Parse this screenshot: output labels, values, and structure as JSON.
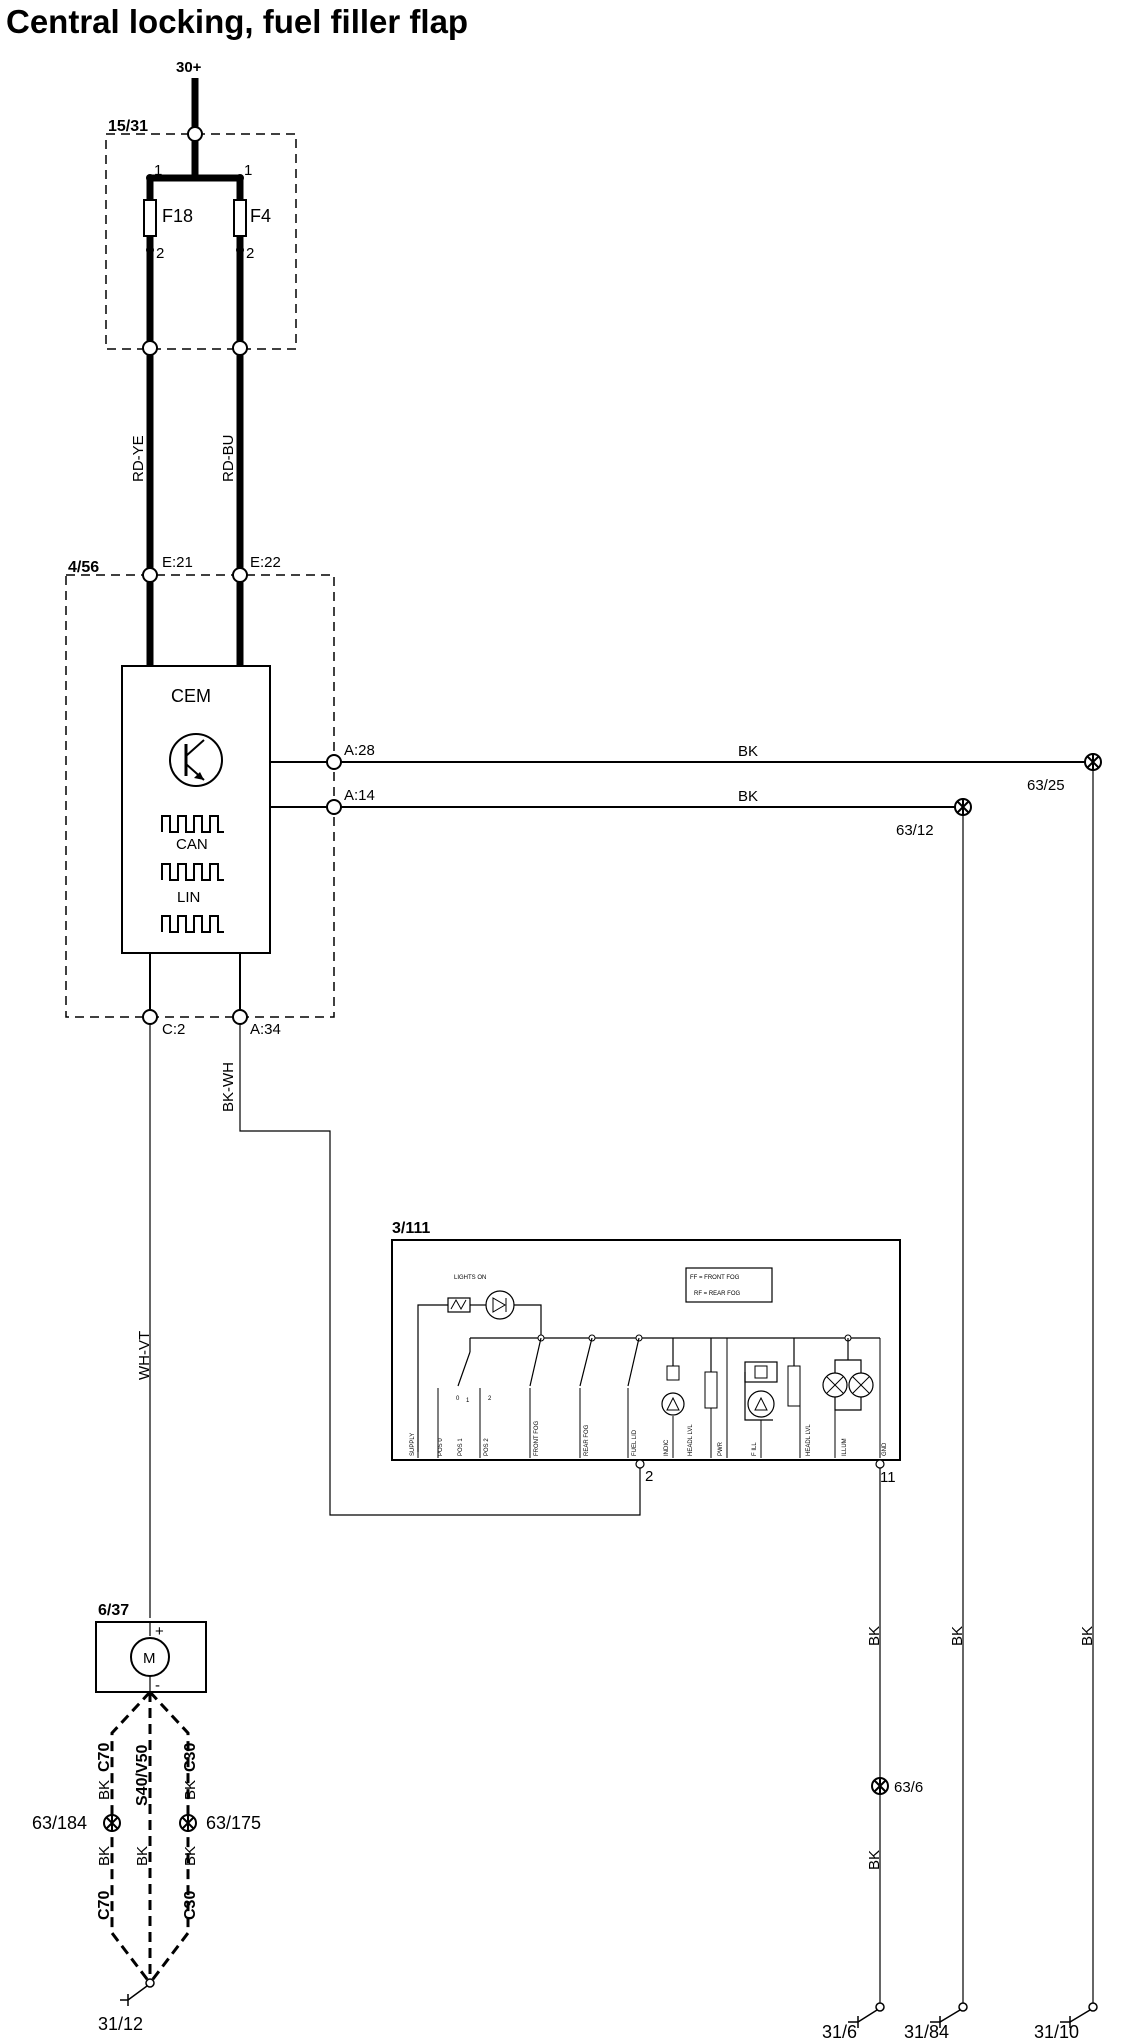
{
  "title": "Central locking, fuel filler flap",
  "supply": "30+",
  "fuse_box": {
    "id": "15/31",
    "fuses": [
      {
        "name": "F18",
        "pin_in": "1",
        "pin_out": "2"
      },
      {
        "name": "F4",
        "pin_in": "1",
        "pin_out": "2"
      }
    ]
  },
  "wires": {
    "rd_ye": "RD-YE",
    "rd_bu": "RD-BU",
    "bk_wh": "BK-WH",
    "wh_vt": "WH-VT",
    "bk": "BK"
  },
  "cem": {
    "id": "4/56",
    "name": "CEM",
    "can_label": "CAN",
    "lin_label": "LIN",
    "connectors": {
      "e21": "E:21",
      "e22": "E:22",
      "a28": "A:28",
      "a14": "A:14",
      "c2": "C:2",
      "a34": "A:34"
    }
  },
  "grounds_points": {
    "g63_25": "63/25",
    "g63_12": "63/12",
    "g63_6": "63/6",
    "g63_184": "63/184",
    "g63_175": "63/175"
  },
  "light_switch": {
    "id": "3/111",
    "lights_on": "LIGHTS ON",
    "legend_ff": "FF = FRONT FOG",
    "legend_rf": "RF = REAR FOG",
    "pins": [
      "SUPPLY",
      "POS 0",
      "POS 1",
      "POS 2",
      "FRONT FOG",
      "REAR FOG",
      "FUEL LID",
      "INDIC",
      "HEADL LVL",
      "PWR",
      "F ILL",
      "HEADL LVL",
      "ILLUM",
      "GND"
    ],
    "pin_2": "2",
    "pin_11": "11",
    "switch_pos": [
      "0",
      "1",
      "2"
    ]
  },
  "motor": {
    "id": "6/37",
    "symbol": "M",
    "plus": "+",
    "minus": "-"
  },
  "variants": {
    "c70": "C70",
    "s40_v50": "S40/V50",
    "c30": "C30"
  },
  "grounds": {
    "g31_12": "31/12",
    "g31_6": "31/6",
    "g31_84": "31/84",
    "g31_10": "31/10"
  }
}
